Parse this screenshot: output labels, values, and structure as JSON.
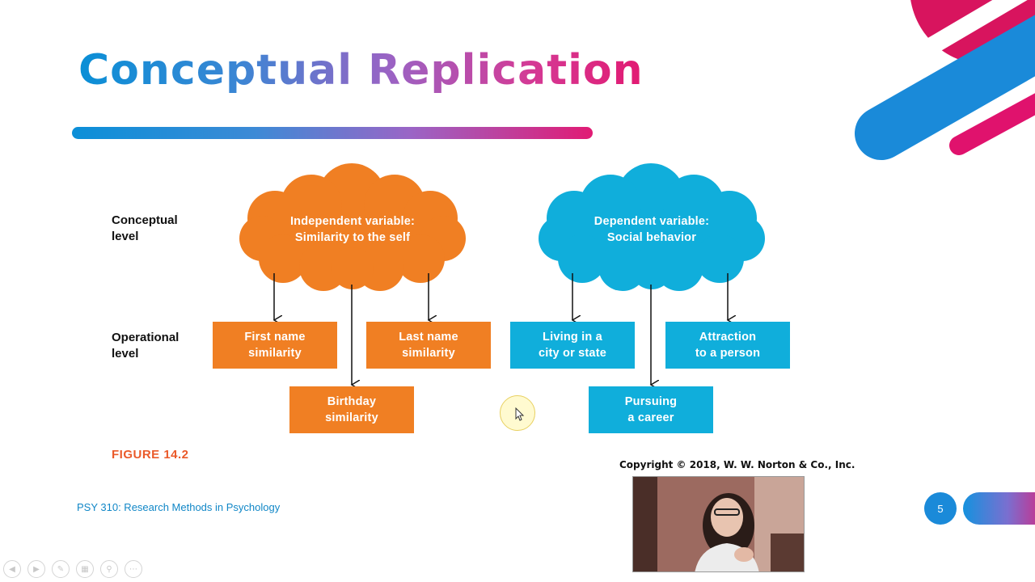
{
  "slide": {
    "title": "Conceptual Replication",
    "page_number": "5",
    "course": "PSY 310: Research Methods in Psychology",
    "copyright": "Copyright © 2018, W. W. Norton & Co., Inc."
  },
  "figure": {
    "label": "FIGURE 14.2",
    "levels": {
      "conceptual": [
        "Conceptual",
        "level"
      ],
      "operational": [
        "Operational",
        "level"
      ]
    },
    "independent": {
      "cloud_lines": [
        "Independent variable:",
        "Similarity to the self"
      ],
      "boxes": [
        [
          "First name",
          "similarity"
        ],
        [
          "Last name",
          "similarity"
        ],
        [
          "Birthday",
          "similarity"
        ]
      ]
    },
    "dependent": {
      "cloud_lines": [
        "Dependent variable:",
        "Social behavior"
      ],
      "boxes": [
        [
          "Living in a",
          "city or state"
        ],
        [
          "Attraction",
          "to a person"
        ],
        [
          "Pursuing",
          "a career"
        ]
      ]
    }
  },
  "colors": {
    "orange": "#f07f23",
    "blue": "#10aedb",
    "accent_pink": "#e01e77",
    "accent_blue": "#1a8ad9"
  },
  "controls": {
    "icons": [
      "prev-icon",
      "next-icon",
      "pen-icon",
      "slides-icon",
      "zoom-icon",
      "more-icon"
    ]
  }
}
